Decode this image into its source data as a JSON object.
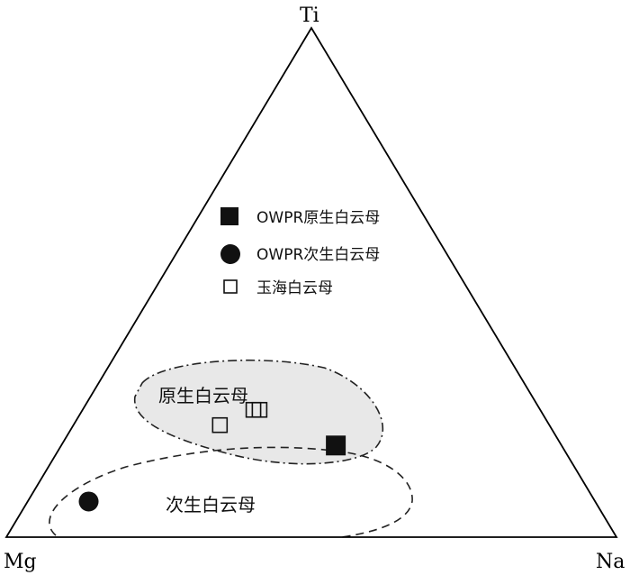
{
  "chart_data": {
    "type": "ternary",
    "vertices": {
      "top": "Ti",
      "left": "Mg",
      "right": "Na"
    },
    "legend": [
      {
        "marker": "filled-square",
        "label": "OWPR原生白云母"
      },
      {
        "marker": "filled-circle",
        "label": "OWPR次生白云母"
      },
      {
        "marker": "open-square",
        "label": "玉海白云母"
      }
    ],
    "regions": [
      {
        "label": "原生白云母",
        "style": "dash-dot",
        "fill": "#e8e8e8"
      },
      {
        "label": "次生白云母",
        "style": "dashed",
        "fill": "none"
      }
    ],
    "series": [
      {
        "name": "OWPR原生白云母",
        "marker": "filled-square",
        "points": [
          {
            "Mg": 0.37,
            "Na": 0.45,
            "Ti": 0.18
          }
        ]
      },
      {
        "name": "OWPR次生白云母",
        "marker": "filled-circle",
        "points": [
          {
            "Mg": 0.83,
            "Na": 0.1,
            "Ti": 0.07
          }
        ]
      },
      {
        "name": "玉海白云母",
        "marker": "open-square",
        "points": [
          {
            "Mg": 0.54,
            "Na": 0.24,
            "Ti": 0.22
          },
          {
            "Mg": 0.47,
            "Na": 0.28,
            "Ti": 0.25
          },
          {
            "Mg": 0.46,
            "Na": 0.29,
            "Ti": 0.25
          }
        ]
      }
    ]
  },
  "colors": {
    "line": "#000000",
    "region_fill": "#e8e8e8",
    "marker": "#111111"
  }
}
